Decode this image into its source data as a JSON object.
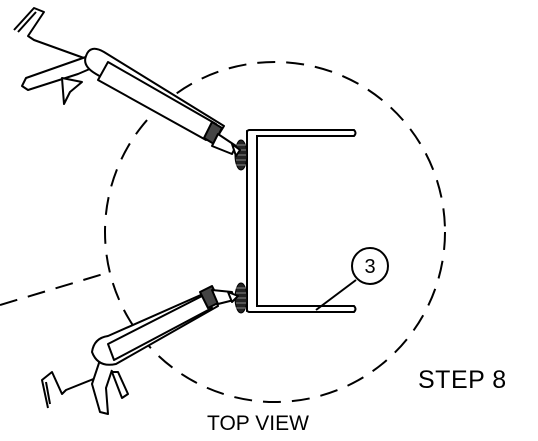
{
  "labels": {
    "step": "STEP 8",
    "view": "TOP VIEW",
    "callout_number": "3"
  }
}
